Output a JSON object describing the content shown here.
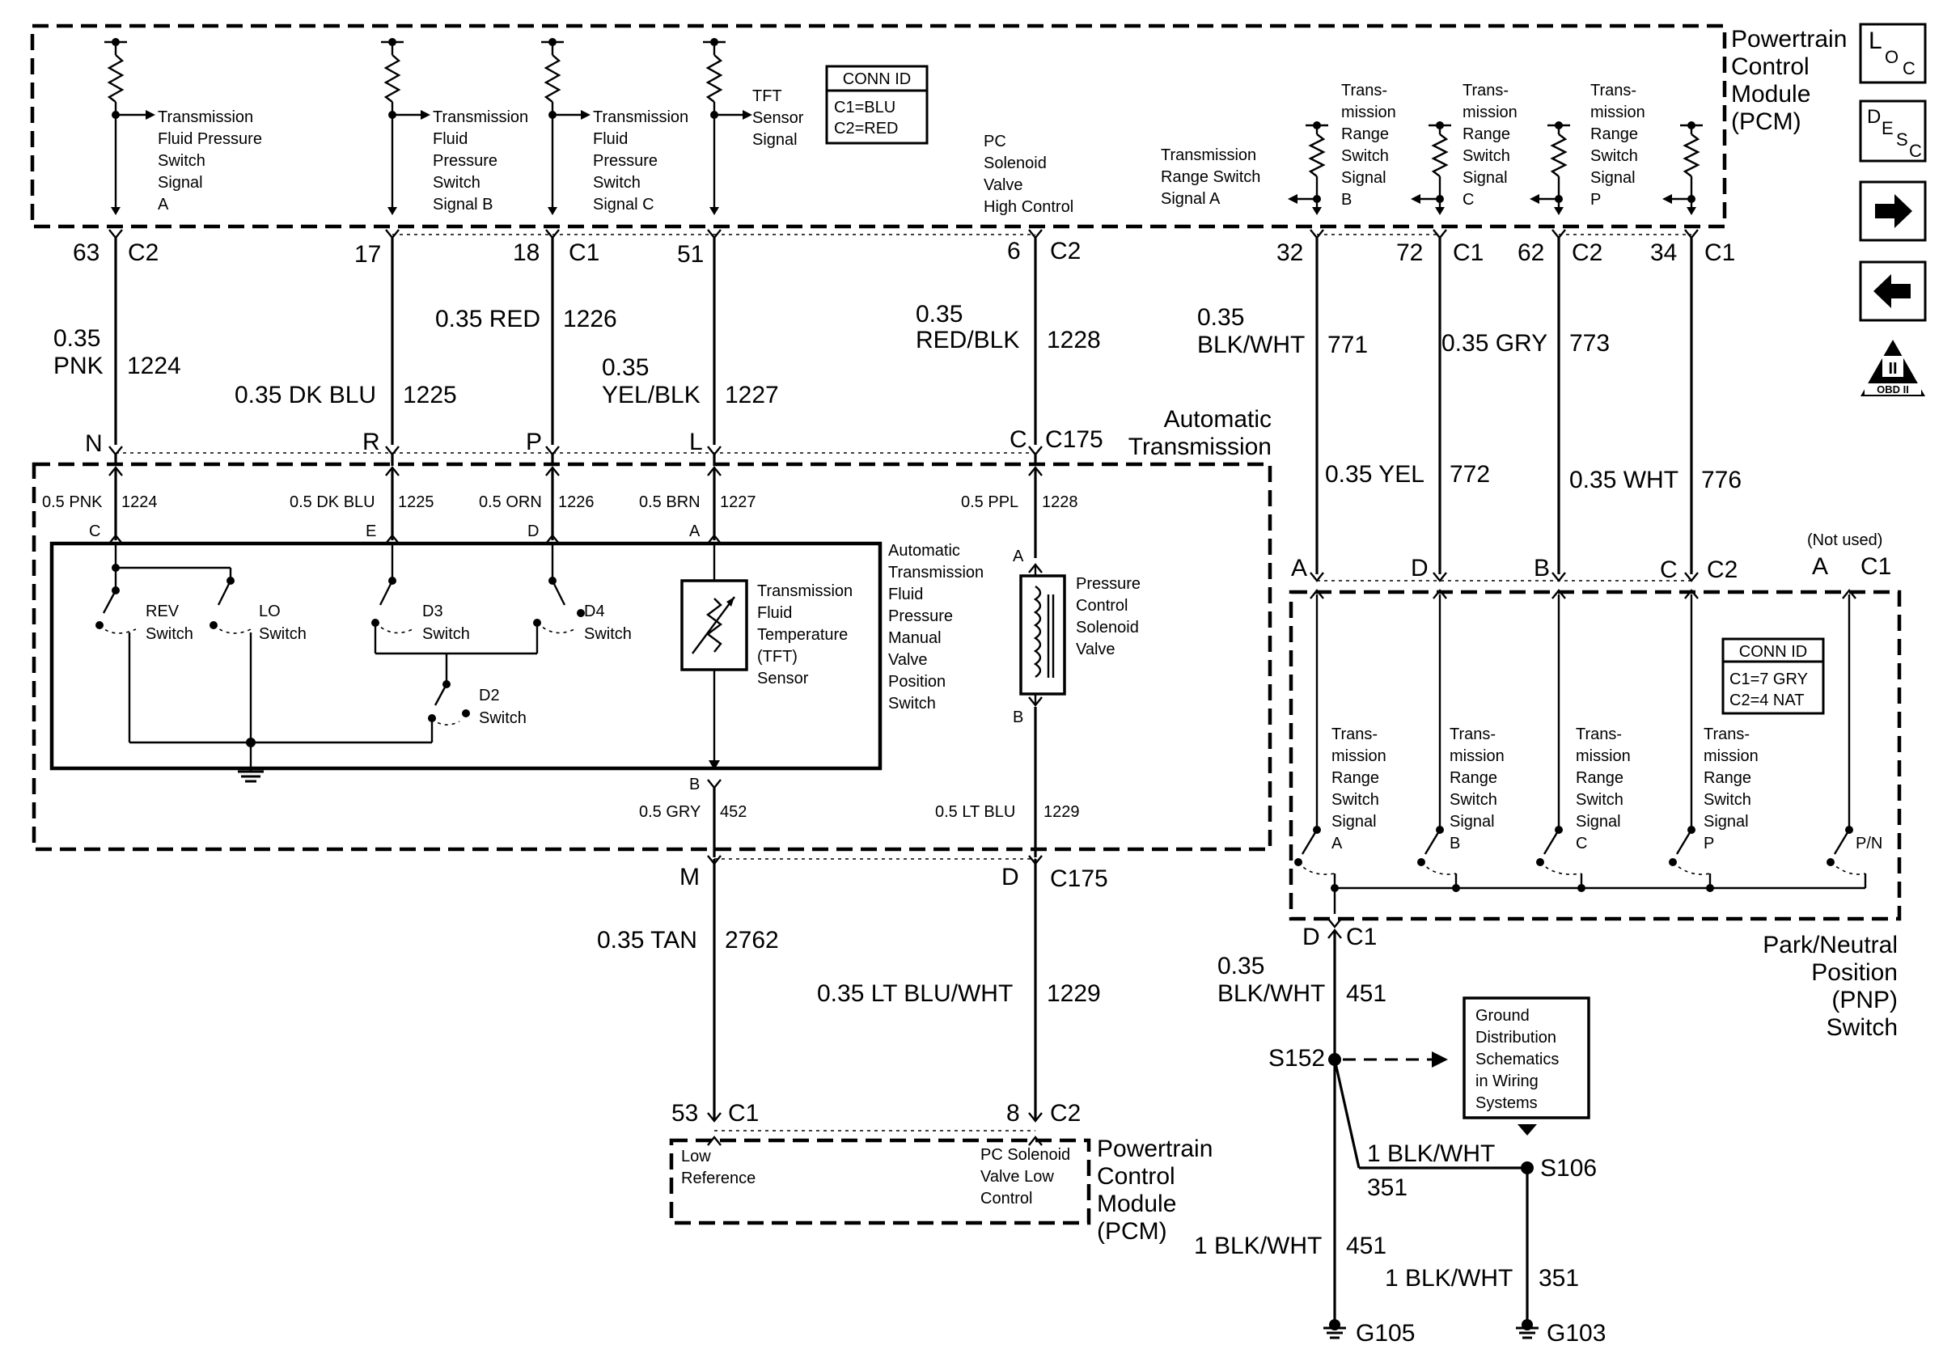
{
  "colors": {
    "ink": "#000000",
    "paper": "#ffffff"
  },
  "pcm_top": {
    "title": [
      "Powertrain",
      "Control",
      "Module",
      "(PCM)"
    ],
    "conn_id": {
      "title": "CONN ID",
      "lines": [
        "C1=BLU",
        "C2=RED"
      ]
    },
    "signals": {
      "tfp_a": [
        "Transmission",
        "Fluid Pressure",
        "Switch",
        "Signal",
        "A"
      ],
      "tfp_b": [
        "Transmission",
        "Fluid",
        "Pressure",
        "Switch",
        "Signal B"
      ],
      "tfp_c": [
        "Transmission",
        "Fluid",
        "Pressure",
        "Switch",
        "Signal C"
      ],
      "tft": [
        "TFT",
        "Sensor",
        "Signal"
      ],
      "pc_high": [
        "PC",
        "Solenoid",
        "Valve",
        "High Control"
      ],
      "trs_a": [
        "Transmission",
        "Range Switch",
        "Signal A"
      ],
      "trs_b": [
        "Trans-",
        "mission",
        "Range",
        "Switch",
        "Signal",
        "B"
      ],
      "trs_c": [
        "Trans-",
        "mission",
        "Range",
        "Switch",
        "Signal",
        "C"
      ],
      "trs_p": [
        "Trans-",
        "mission",
        "Range",
        "Switch",
        "Signal",
        "P"
      ]
    }
  },
  "side_icons": {
    "loc": {
      "big": "L",
      "sub1": "O",
      "sub2": "C"
    },
    "desc": {
      "big": "D",
      "sub1": "E",
      "sub2": "S",
      "sub3": "C"
    },
    "next_arrow": "→",
    "prev_arrow": "←",
    "obd": {
      "top": "II",
      "bottom": "OBD II"
    }
  },
  "pins_top": {
    "p63": "63",
    "c2a": "C2",
    "p17": "17",
    "p18": "18",
    "c1a": "C1",
    "p51": "51",
    "p6": "6",
    "c2b": "C2",
    "p32": "32",
    "p72": "72",
    "c1b": "C1",
    "p62": "62",
    "c2c": "C2",
    "p34": "34",
    "c1c": "C1"
  },
  "wires_upper": {
    "w1224_g": "0.35",
    "w1224_c": "PNK",
    "w1224_n": "1224",
    "w1225_c": "0.35 DK BLU",
    "w1225_n": "1225",
    "w1226_c": "0.35 RED",
    "w1226_n": "1226",
    "w1227_g": "0.35",
    "w1227_c": "YEL/BLK",
    "w1227_n": "1227",
    "w1228_g": "0.35",
    "w1228_c": "RED/BLK",
    "w1228_n": "1228",
    "w771_g": "0.35",
    "w771_c": "BLK/WHT",
    "w771_n": "771",
    "w773_c": "0.35 GRY",
    "w773_n": "773",
    "w772_c": "0.35 YEL",
    "w772_n": "772",
    "w776_c": "0.35 WHT",
    "w776_n": "776"
  },
  "c175_top": {
    "N": "N",
    "R": "R",
    "P": "P",
    "L": "L",
    "C": "C",
    "conn": "C175"
  },
  "auto_trans": {
    "title": [
      "Automatic",
      "Transmission"
    ],
    "inner_wires": {
      "a": "0.5 PNK",
      "a_n": "1224",
      "b": "0.5 DK BLU",
      "b_n": "1225",
      "c": "0.5 ORN",
      "c_n": "1226",
      "d": "0.5 BRN",
      "d_n": "1227",
      "e": "0.5 PPL",
      "e_n": "1228",
      "f": "0.5 GRY",
      "f_n": "452",
      "g": "0.5 LT BLU",
      "g_n": "1229"
    },
    "pins": {
      "C": "C",
      "E": "E",
      "D": "D",
      "A": "A",
      "B": "B",
      "sol_a": "A",
      "sol_b": "B"
    },
    "switches": {
      "rev": [
        "REV",
        "Switch"
      ],
      "lo": [
        "LO",
        "Switch"
      ],
      "d3": [
        "D3",
        "Switch"
      ],
      "d4": [
        "D4",
        "Switch"
      ],
      "d2": [
        "D2",
        "Switch"
      ]
    },
    "tft_sensor": [
      "Transmission",
      "Fluid",
      "Temperature",
      "(TFT)",
      "Sensor"
    ],
    "manual_valve": [
      "Automatic",
      "Transmission",
      "Fluid",
      "Pressure",
      "Manual",
      "Valve",
      "Position",
      "Switch"
    ],
    "pc_solenoid": [
      "Pressure",
      "Control",
      "Solenoid",
      "Valve"
    ]
  },
  "c175_bottom": {
    "M": "M",
    "D": "D",
    "conn": "C175"
  },
  "wires_lower": {
    "w2762_c": "0.35 TAN",
    "w2762_n": "2762",
    "w1229_c": "0.35 LT BLU/WHT",
    "w1229_n": "1229"
  },
  "pcm_bottom": {
    "pin53": "53",
    "c1": "C1",
    "pin8": "8",
    "c2": "C2",
    "low_ref": [
      "Low",
      "Reference"
    ],
    "pc_low": [
      "PC Solenoid",
      "Valve Low",
      "Control"
    ],
    "title": [
      "Powertrain",
      "Control",
      "Module",
      "(PCM)"
    ]
  },
  "pnp": {
    "pins": {
      "A": "A",
      "D": "D",
      "B": "B",
      "C": "C",
      "C2": "C2",
      "A2": "A",
      "C1": "C1"
    },
    "not_used": "(Not used)",
    "conn_id": {
      "title": "CONN ID",
      "lines": [
        "C1=7 GRY",
        "C2=4 NAT"
      ]
    },
    "signals": {
      "a": [
        "Trans-",
        "mission",
        "Range",
        "Switch",
        "Signal",
        "A"
      ],
      "b": [
        "Trans-",
        "mission",
        "Range",
        "Switch",
        "Signal",
        "B"
      ],
      "c": [
        "Trans-",
        "mission",
        "Range",
        "Switch",
        "Signal",
        "C"
      ],
      "p": [
        "Trans-",
        "mission",
        "Range",
        "Switch",
        "Signal",
        "P"
      ]
    },
    "pn_label": "P/N",
    "title": [
      "Park/Neutral",
      "Position",
      "(PNP)",
      "Switch"
    ],
    "out_pin": "D",
    "out_conn": "C1"
  },
  "ground": {
    "w451_g": "0.35",
    "w451_c": "BLK/WHT",
    "w451_n": "451",
    "s152": "S152",
    "ref_box": [
      "Ground",
      "Distribution",
      "Schematics",
      "in Wiring",
      "Systems"
    ],
    "w351a_c": "1 BLK/WHT",
    "w351a_n": "351",
    "s106": "S106",
    "w451b_c": "1 BLK/WHT",
    "w451b_n": "451",
    "w351b_c": "1 BLK/WHT",
    "w351b_n": "351",
    "g105": "G105",
    "g103": "G103"
  }
}
